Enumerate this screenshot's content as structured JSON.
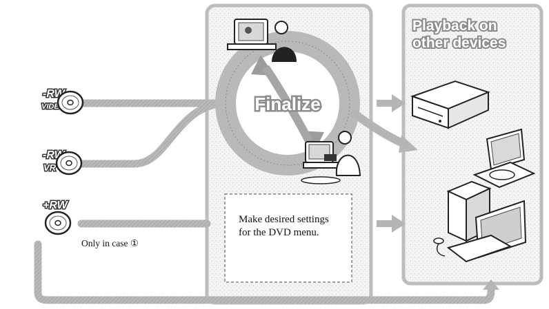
{
  "colors": {
    "panel_gray": "#bdbdbd",
    "panel_fill": "#f3f3f3",
    "ink": "#111111",
    "white": "#ffffff"
  },
  "discs": [
    {
      "name": "-RW VIDEO",
      "top_label": "-RW",
      "sub_label": "VIDEO",
      "icon": "dvd-disc-icon"
    },
    {
      "name": "-RW VR",
      "top_label": "-RW",
      "sub_label": "VR",
      "icon": "dvd-disc-icon"
    },
    {
      "name": "+RW",
      "top_label": "+RW",
      "sub_label": "",
      "icon": "dvd-disc-icon"
    }
  ],
  "finalize": {
    "label": "Finalize"
  },
  "settings_note": {
    "line1": "Make desired settings",
    "line2": "for the DVD menu."
  },
  "only_case": {
    "text": "Only in case ①"
  },
  "playback": {
    "title_line1": "Playback on",
    "title_line2": "other devices"
  },
  "devices": [
    "dvd-player-icon",
    "portable-dvd-player-icon",
    "computer-icon"
  ],
  "illustrations": [
    "person-watching-tv-icon",
    "person-using-camcorder-icon"
  ]
}
